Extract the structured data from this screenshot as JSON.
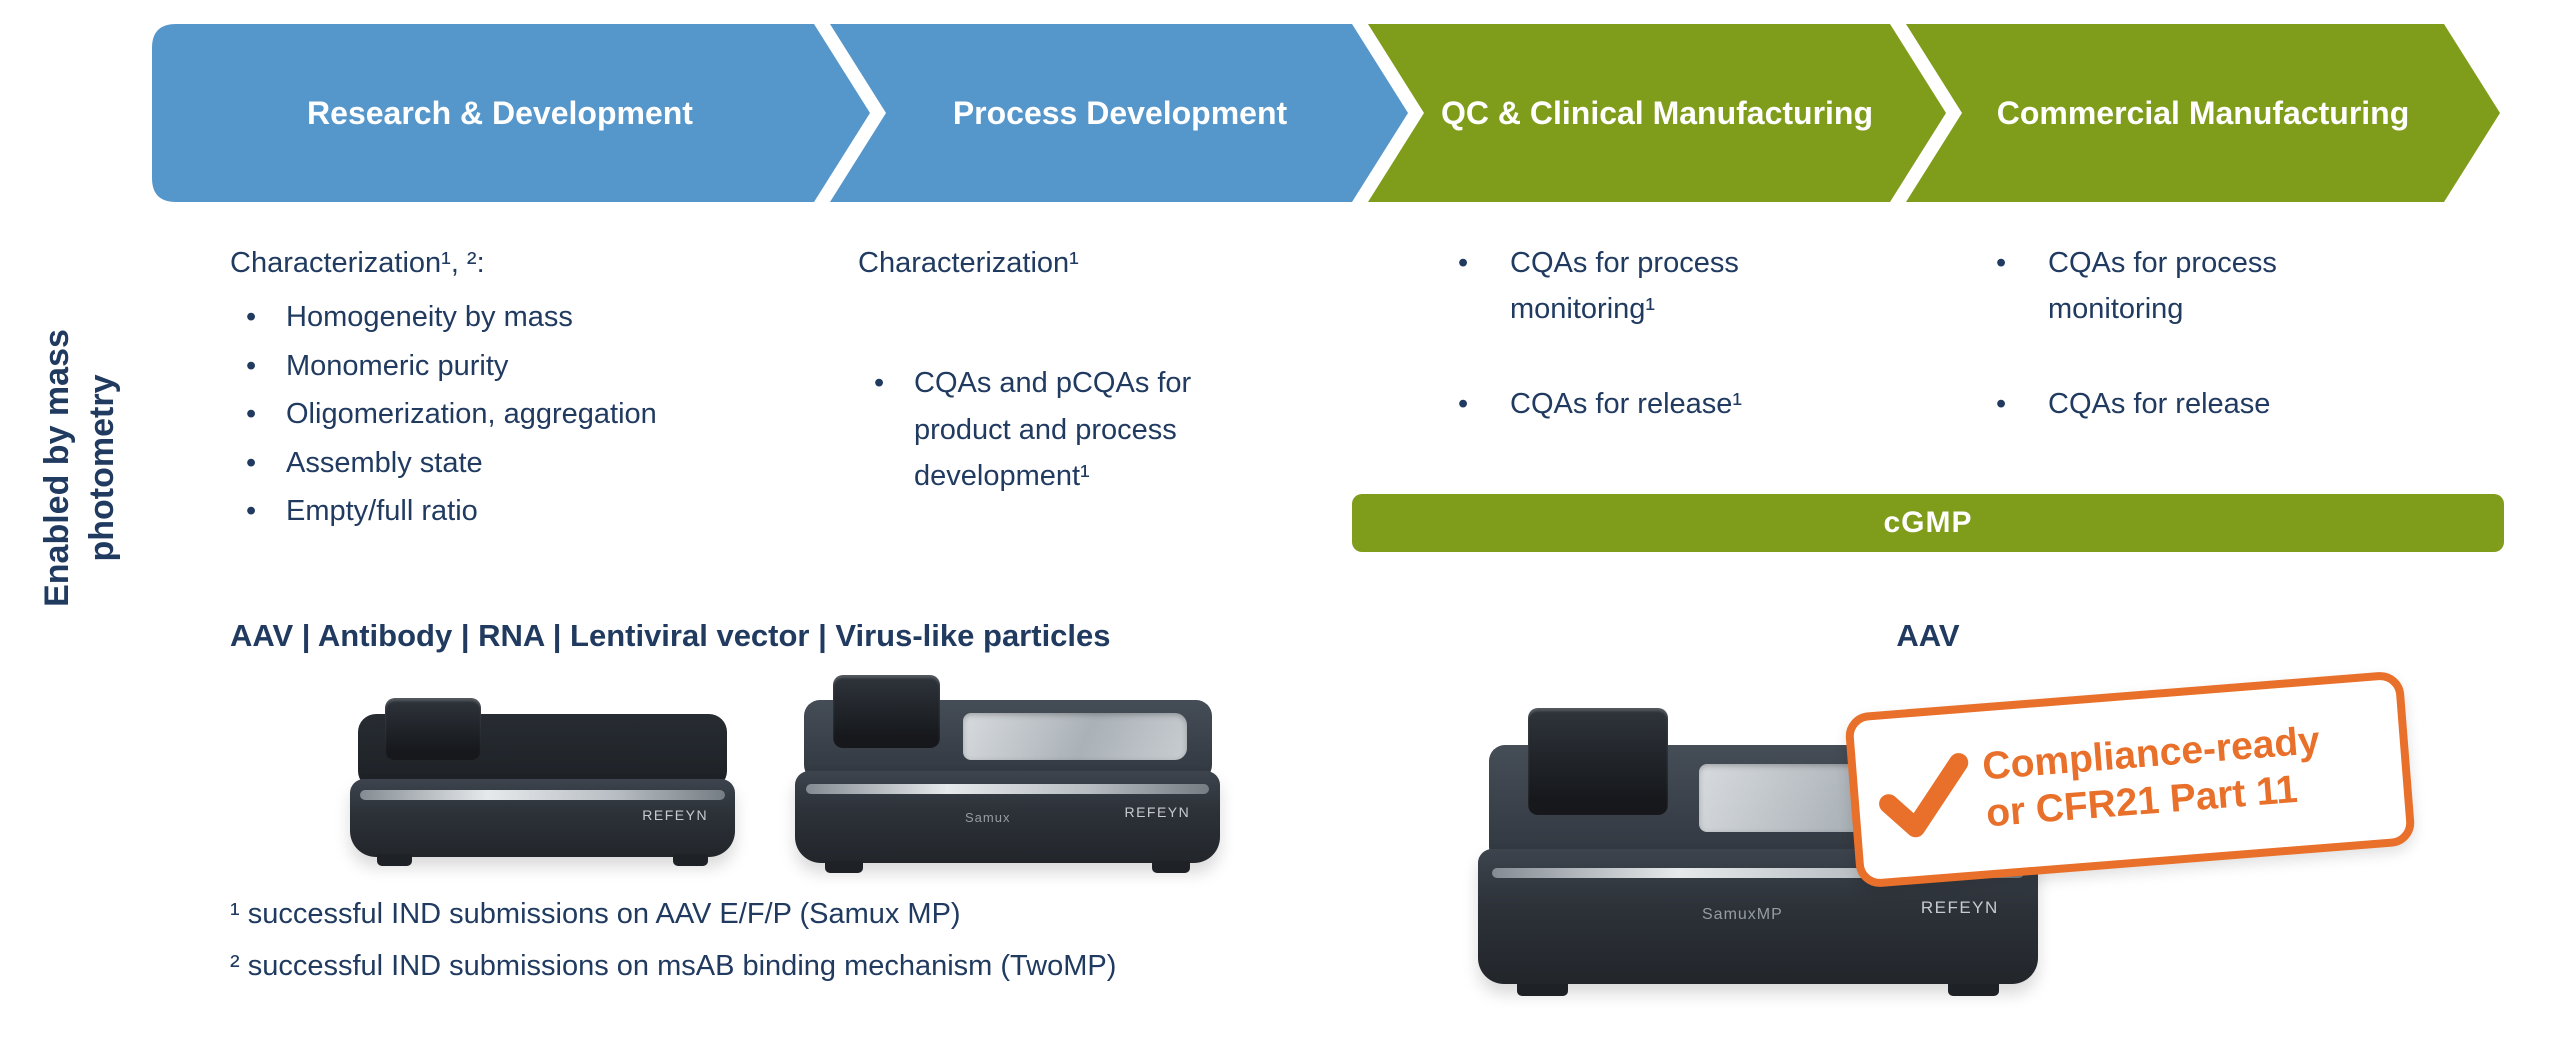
{
  "palette": {
    "blue": "#5596CB",
    "green": "#7F9C1A",
    "navy": "#203A60",
    "orange": "#E8702A"
  },
  "side_label": {
    "line1": "Enabled by mass",
    "line2": "photometry"
  },
  "stages": [
    {
      "label": "Research & Development",
      "color": "#5596CB"
    },
    {
      "label": "Process Development",
      "color": "#5596CB"
    },
    {
      "label": "QC & Clinical Manufacturing",
      "color": "#7F9C1A"
    },
    {
      "label": "Commercial Manufacturing",
      "color": "#7F9C1A"
    }
  ],
  "columns": [
    {
      "heading": "Characterization¹, ²:",
      "bullets": [
        "Homogeneity by mass",
        "Monomeric purity",
        "Oligomerization, aggregation",
        "Assembly state",
        "Empty/full ratio"
      ]
    },
    {
      "heading": "Characterization¹",
      "bullets": [
        "CQAs and pCQAs for product and process development¹"
      ]
    },
    {
      "bullets": [
        "CQAs for process monitoring¹",
        "CQAs for release¹"
      ]
    },
    {
      "bullets": [
        "CQAs for process monitoring",
        "CQAs for release"
      ]
    }
  ],
  "cgmp": {
    "label": "cGMP",
    "color": "#7F9C1A"
  },
  "modalities": {
    "left": "AAV | Antibody | RNA | Lentiviral vector | Virus-like particles",
    "right": "AAV"
  },
  "instruments": [
    {
      "brand": "REFEYN"
    },
    {
      "brand": "REFEYN",
      "model": "Samux"
    },
    {
      "brand": "REFEYN",
      "model": "SamuxMP"
    }
  ],
  "stamp": {
    "line1": "Compliance-ready",
    "line2": "or CFR21 Part 11",
    "color": "#E8702A"
  },
  "footnotes": [
    "¹ successful IND submissions on AAV E/F/P (Samux MP)",
    "² successful IND submissions on msAB binding mechanism (TwoMP)"
  ]
}
